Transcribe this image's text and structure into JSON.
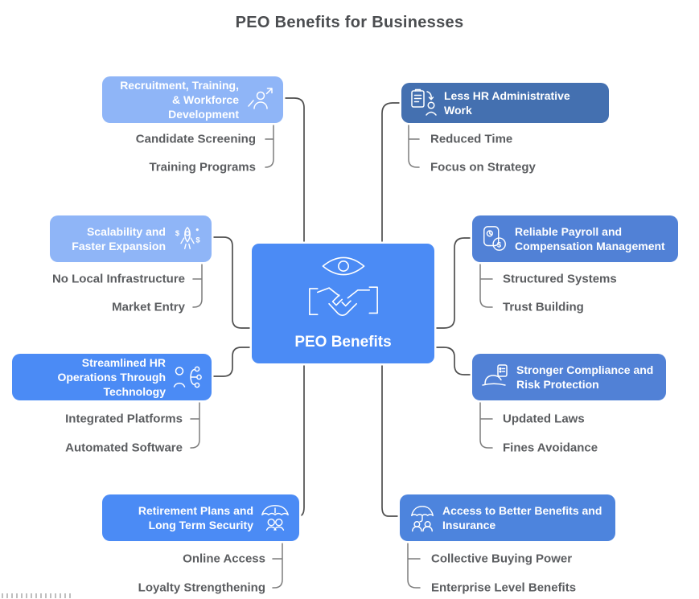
{
  "title": "PEO Benefits for Businesses",
  "center": {
    "label": "PEO Benefits",
    "icons": [
      "eye-icon",
      "handshake-icon"
    ],
    "color": "#4b8bf5"
  },
  "branches": [
    {
      "label": "Recruitment, Training, & Workforce Development",
      "side": "left",
      "color": "#8fb5f7",
      "icon": "person-growth-icon",
      "children": [
        "Candidate Screening",
        "Training Programs"
      ]
    },
    {
      "label": "Less HR Administrative Work",
      "side": "right",
      "color": "#4470b0",
      "icon": "clipboard-person-icon",
      "children": [
        "Reduced Time",
        "Focus on Strategy"
      ]
    },
    {
      "label": "Scalability and Faster Expansion",
      "side": "left",
      "color": "#8fb5f7",
      "icon": "rocket-dollar-icon",
      "children": [
        "No Local Infrastructure",
        "Market Entry"
      ]
    },
    {
      "label": "Reliable Payroll and Compensation Management",
      "side": "right",
      "color": "#5181d6",
      "icon": "payroll-clock-coin-icon",
      "children": [
        "Structured Systems",
        "Trust Building"
      ]
    },
    {
      "label": "Streamlined HR Operations Through Technology",
      "side": "left",
      "color": "#4b8bf5",
      "icon": "person-network-icon",
      "children": [
        "Integrated Platforms",
        "Automated Software"
      ]
    },
    {
      "label": "Stronger Compliance and Risk Protection",
      "side": "right",
      "color": "#5181d6",
      "icon": "hardhat-clipboard-icon",
      "children": [
        "Updated Laws",
        "Fines Avoidance"
      ]
    },
    {
      "label": "Retirement Plans and Long Term Security",
      "side": "left",
      "color": "#4b8bf5",
      "icon": "umbrella-savers-icon",
      "children": [
        "Online Access",
        "Loyalty Strengthening"
      ]
    },
    {
      "label": "Access to Better Benefits and Insurance",
      "side": "right",
      "color": "#4d84dd",
      "icon": "umbrella-people-icon",
      "children": [
        "Collective Buying Power",
        "Enterprise Level Benefits"
      ]
    }
  ],
  "colors": {
    "title_text": "#4b4d50",
    "sub_text": "#5b5d60",
    "node_text": "#ffffff",
    "connector_main": "#4f4f4f",
    "connector_sub": "#7d7d7d",
    "node_light_blue": "#8fb5f7",
    "node_bright_blue": "#4b8bf5",
    "node_dark_blue": "#4470b0",
    "node_medium_blue": "#5181d6",
    "node_medium_blue_alt": "#4d84dd"
  }
}
